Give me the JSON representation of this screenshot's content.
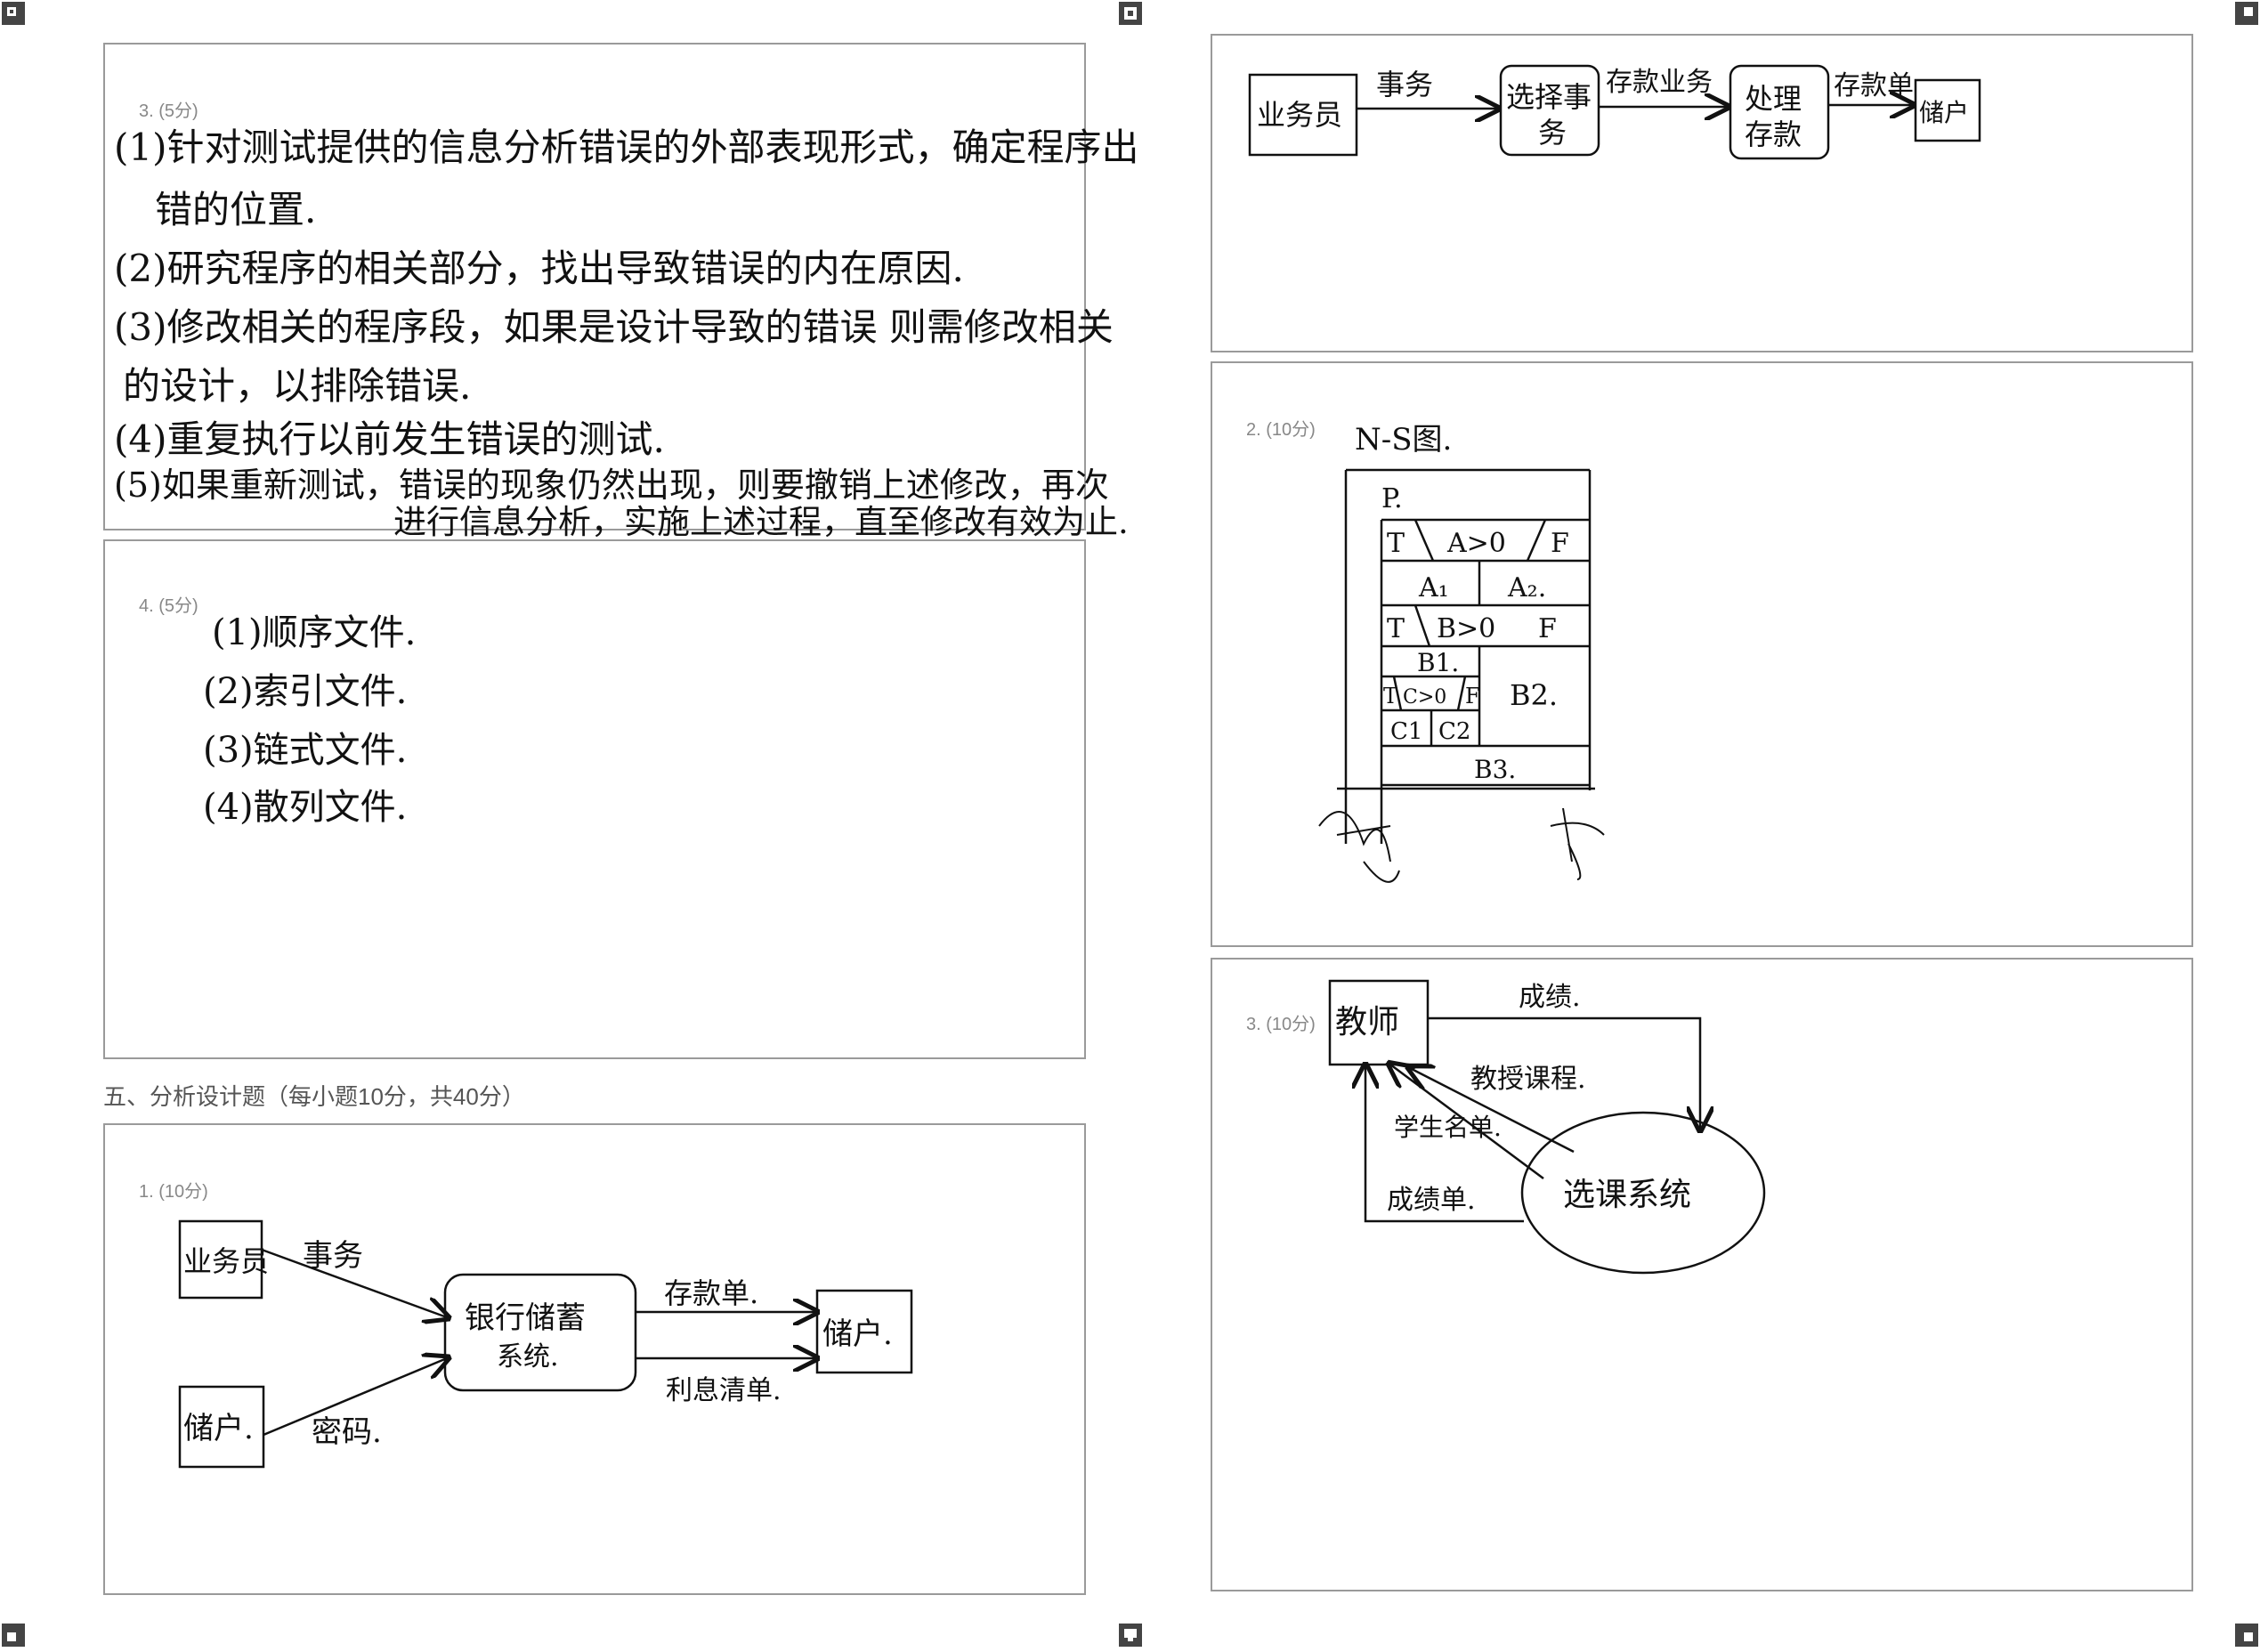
{
  "section5_title": "五、分析设计题（每小题10分，共40分）",
  "q3": {
    "label": "3. (5分)",
    "lines": [
      "(1)针对测试提供的信息分析错误的外部表现形式，确定程序出",
      "错的位置.",
      "(2)研究程序的相关部分，找出导致错误的内在原因.",
      "(3)修改相关的程序段，如果是设计导致的错误 则需修改相关",
      "的设计，以排除错误.",
      "(4)重复执行以前发生错误的测试.",
      "(5)如果重新测试，错误的现象仍然出现，则要撤销上述修改，再次",
      "进行信息分析，实施上述过程，直至修改有效为止."
    ]
  },
  "q4": {
    "label": "4. (5分)",
    "lines": [
      "(1)顺序文件.",
      "(2)索引文件.",
      "(3)链式文件.",
      "(4)散列文件."
    ]
  },
  "p1": {
    "label": "1. (10分)",
    "clerk": "业务员",
    "depositor": "储户.",
    "depositor_in": "储户.",
    "system_line1": "银行储蓄",
    "system_line2": "系统.",
    "transaction": "事务",
    "password": "密码.",
    "deposit_slip": "存款单.",
    "interest_list": "利息清单."
  },
  "p1b": {
    "clerk": "业务员",
    "transaction": "事务",
    "select_line1": "选择事",
    "select_line2": "务",
    "deposit_business": "存款业务",
    "process_line1": "处理",
    "process_line2": "存款",
    "deposit_slip": "存款单",
    "depositor": "储户"
  },
  "p2": {
    "label": "2. (10分)",
    "title": "N-S图.",
    "P": "P.",
    "T1": "T",
    "cond1": "A>0",
    "F1": "F",
    "A1": "A₁",
    "A2": "A₂.",
    "T2": "T",
    "cond2": "B>0",
    "F2": "F",
    "B1": "B1.",
    "B2": "B2.",
    "T3": "T",
    "cond3": "C>0",
    "F3": "F",
    "C1": "C1",
    "C2": "C2",
    "B3": "B3."
  },
  "p3": {
    "label": "3. (10分)",
    "teacher": "教师",
    "grade": "成绩.",
    "course": "教授课程.",
    "student_list": "学生名单.",
    "grade_list": "成绩单.",
    "system": "选课系统"
  }
}
